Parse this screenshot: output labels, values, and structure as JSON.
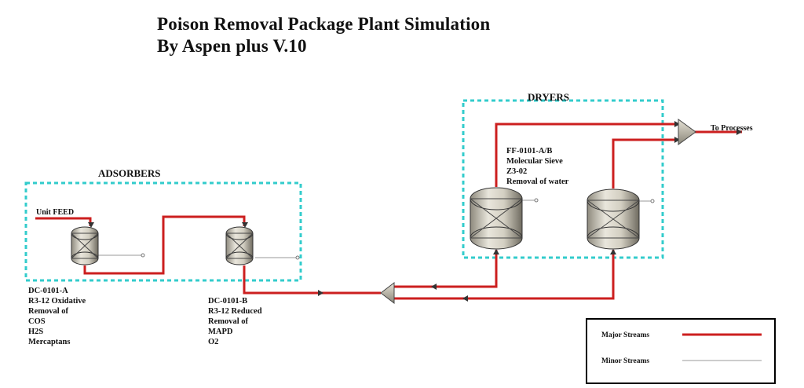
{
  "title": {
    "line1": "Poison Removal Package Plant Simulation",
    "line2": "By Aspen plus V.10"
  },
  "sections": {
    "adsorbers": "ADSORBERS",
    "dryers": "DRYERS"
  },
  "streams": {
    "feed": "Unit FEED",
    "product": "To Processes"
  },
  "units": {
    "dc_a": [
      "DC-0101-A",
      "R3-12 Oxidative",
      "Removal of",
      "COS",
      "H2S",
      "Mercaptans"
    ],
    "dc_b": [
      "DC-0101-B",
      "R3-12 Reduced",
      "Removal of",
      "MAPD",
      "O2"
    ],
    "ff": [
      "FF-0101-A/B",
      "Molecular Sieve",
      "Z3-02",
      "Removal of water"
    ]
  },
  "legend": {
    "major": "Major Streams",
    "minor": "Minor Streams"
  },
  "colors": {
    "major_stream": "#cc1f1f",
    "minor_stream": "#9a9a9a",
    "boundary": "#33cccc",
    "vessel": "#d2cec0"
  }
}
